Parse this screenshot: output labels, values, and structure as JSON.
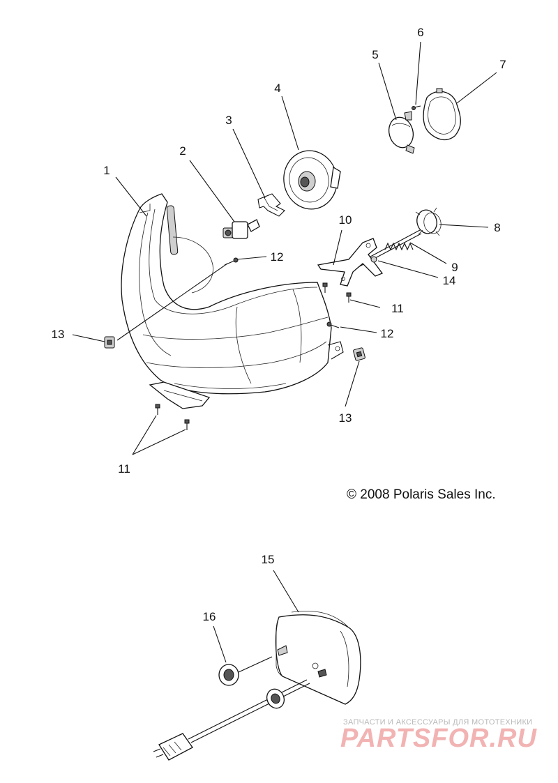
{
  "callouts": [
    {
      "id": "c1",
      "label": "1"
    },
    {
      "id": "c2",
      "label": "2"
    },
    {
      "id": "c3",
      "label": "3"
    },
    {
      "id": "c4",
      "label": "4"
    },
    {
      "id": "c5",
      "label": "5"
    },
    {
      "id": "c6",
      "label": "6"
    },
    {
      "id": "c7",
      "label": "7"
    },
    {
      "id": "c8",
      "label": "8"
    },
    {
      "id": "c9",
      "label": "9"
    },
    {
      "id": "c10",
      "label": "10"
    },
    {
      "id": "c11a",
      "label": "11"
    },
    {
      "id": "c11b",
      "label": "11"
    },
    {
      "id": "c12a",
      "label": "12"
    },
    {
      "id": "c12b",
      "label": "12"
    },
    {
      "id": "c13a",
      "label": "13"
    },
    {
      "id": "c13b",
      "label": "13"
    },
    {
      "id": "c14",
      "label": "14"
    },
    {
      "id": "c15",
      "label": "15"
    },
    {
      "id": "c16",
      "label": "16"
    }
  ],
  "copyright": "© 2008 Polaris Sales Inc.",
  "watermark": {
    "tagline": "ЗАПЧАСТИ И АКСЕССУАРЫ ДЛЯ МОТОТЕХНИКИ",
    "brand": "PARTSFOR.RU",
    "tagline_color": "#b8b8b8",
    "brand_color": "#f2b3b3"
  }
}
